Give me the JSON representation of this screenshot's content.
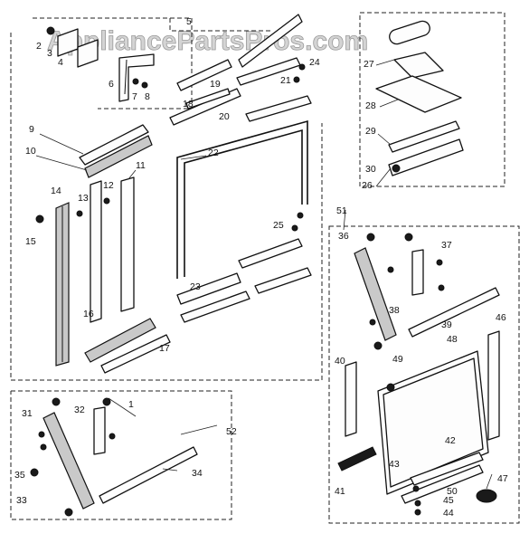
{
  "watermark": "AppliancePartsPros.com",
  "callouts": {
    "c1": "1",
    "c2": "2",
    "c3": "3",
    "c4": "4",
    "c5": "5",
    "c6": "6",
    "c7": "7",
    "c8": "8",
    "c9": "9",
    "c10": "10",
    "c11": "11",
    "c12": "12",
    "c13": "13",
    "c14": "14",
    "c15": "15",
    "c16": "16",
    "c17": "17",
    "c18": "18",
    "c19": "19",
    "c20": "20",
    "c21": "21",
    "c22": "22",
    "c23": "23",
    "c24": "24",
    "c25": "25",
    "c26": "26",
    "c27": "27",
    "c28": "28",
    "c29": "29",
    "c30": "30",
    "c31": "31",
    "c32": "32",
    "c33": "33",
    "c34": "34",
    "c35": "35",
    "c36": "36",
    "c37": "37",
    "c38": "38",
    "c39": "39",
    "c40": "40",
    "c41": "41",
    "c42": "42",
    "c43": "43",
    "c44": "44",
    "c45": "45",
    "c46": "46",
    "c47": "47",
    "c48": "48",
    "c49": "49",
    "c50": "50",
    "c51": "51",
    "c52": "52"
  }
}
